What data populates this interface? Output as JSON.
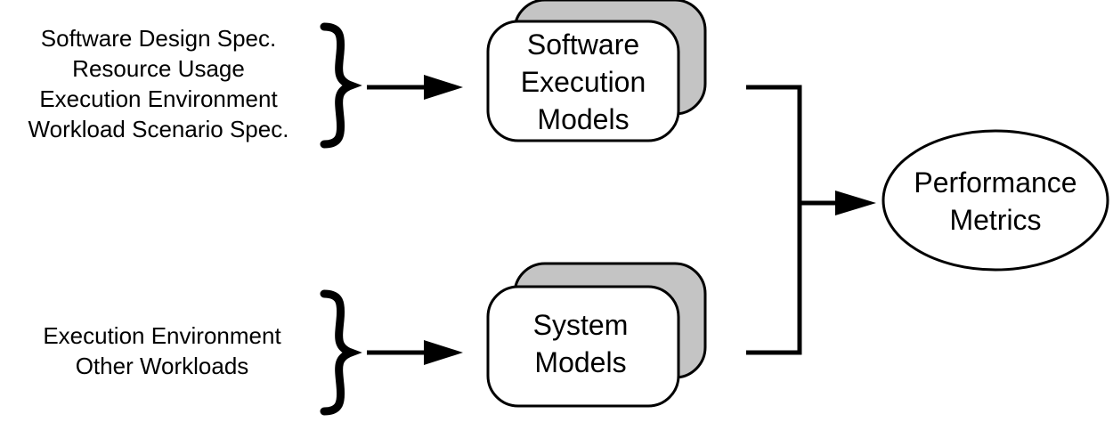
{
  "inputs_top": {
    "lines": [
      "Software Design Spec.",
      "Resource Usage",
      "Execution Environment",
      "Workload Scenario Spec."
    ]
  },
  "inputs_bottom": {
    "lines": [
      "Execution Environment",
      "Other Workloads"
    ]
  },
  "software_execution_models": {
    "lines": [
      "Software",
      "Execution",
      "Models"
    ]
  },
  "system_models": {
    "lines": [
      "System",
      "Models"
    ]
  },
  "performance_metrics": {
    "lines": [
      "Performance",
      "Metrics"
    ]
  },
  "colors": {
    "stroke": "#000000",
    "box_fill": "#ffffff",
    "shadow_fill": "#c4c4c4"
  }
}
